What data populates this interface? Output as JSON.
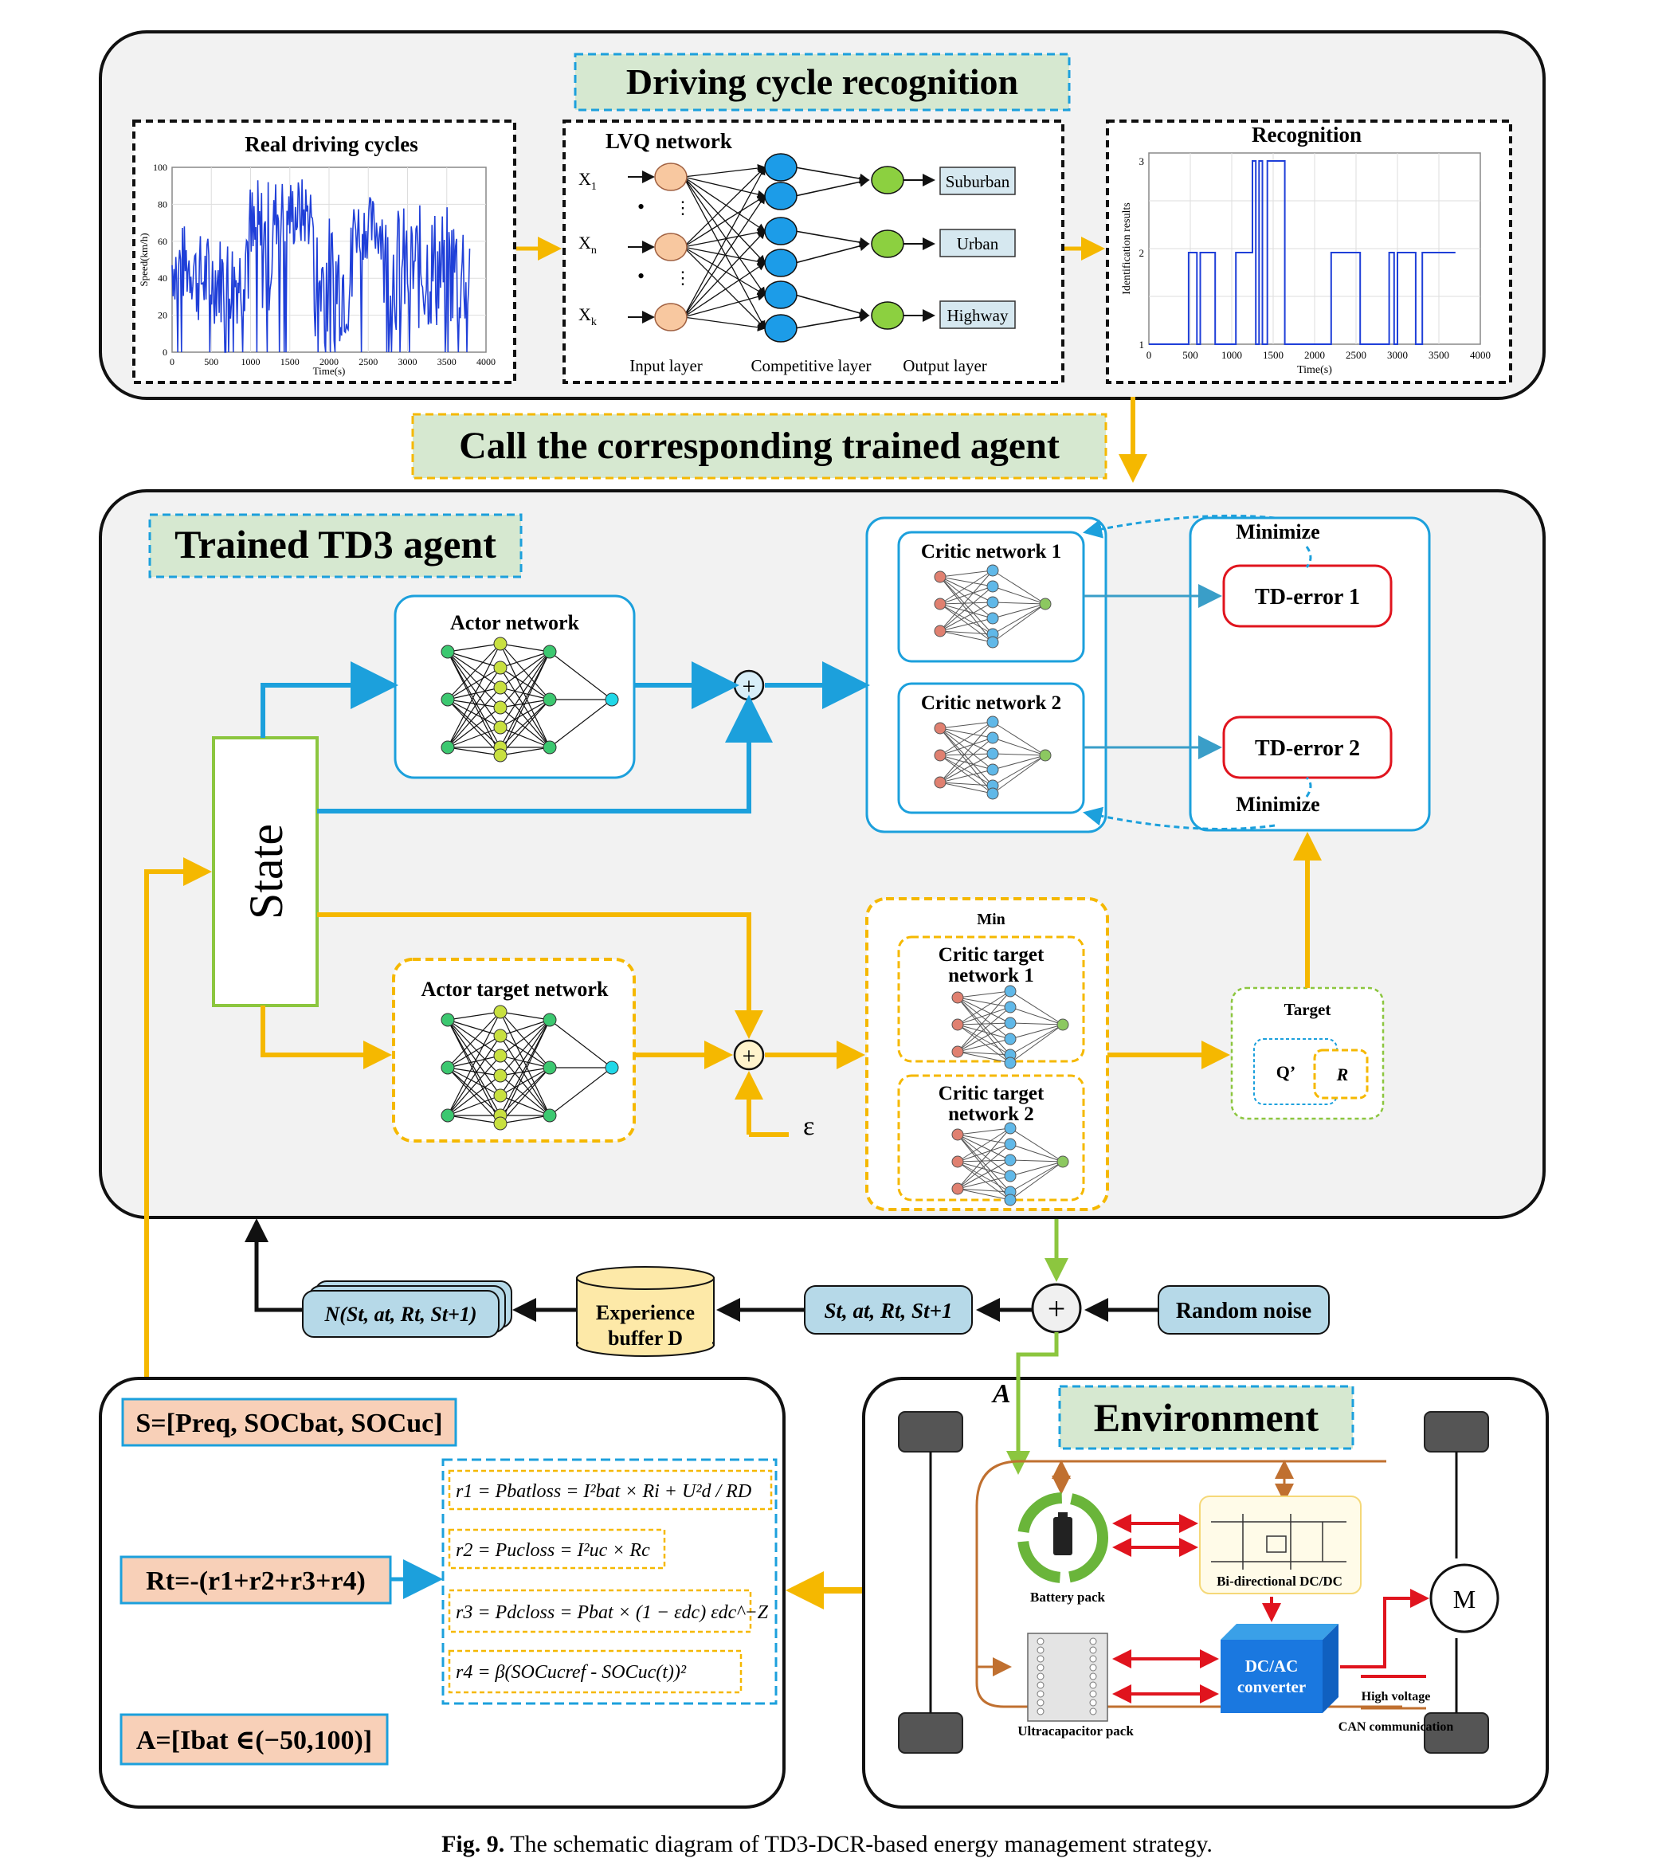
{
  "figure": {
    "caption_label": "Fig. 9.",
    "caption_text": "The schematic diagram of TD3-DCR-based energy management strategy."
  },
  "recognition_section": {
    "title": "Driving cycle recognition",
    "real_cycles": {
      "title": "Real driving cycles",
      "ylabel": "Speed(km/h)",
      "xlabel": "Time(s)",
      "xticks": [
        "0",
        "500",
        "1000",
        "1500",
        "2000",
        "2500",
        "3000",
        "3500",
        "4000"
      ],
      "yticks": [
        "0",
        "20",
        "40",
        "60",
        "80",
        "100"
      ]
    },
    "lvq": {
      "title": "LVQ network",
      "inputs": [
        "X1",
        "Xn",
        "Xk"
      ],
      "outputs": [
        "Suburban",
        "Urban",
        "Highway"
      ],
      "layers": [
        "Input layer",
        "Competitive layer",
        "Output layer"
      ]
    },
    "recognition": {
      "title": "Recognition",
      "ylabel": "Identification results",
      "xlabel": "Time(s)",
      "xticks": [
        "0",
        "500",
        "1000",
        "1500",
        "2000",
        "2500",
        "3000",
        "3500",
        "4000"
      ],
      "yticks": [
        "1",
        "2",
        "3"
      ]
    }
  },
  "call_agent_label": "Call the corresponding trained agent",
  "agent_section": {
    "title": "Trained TD3 agent",
    "state_label": "State",
    "actor": "Actor network",
    "actor_target": "Actor target network",
    "critic1": "Critic network 1",
    "critic2": "Critic network 2",
    "critic_target1": [
      "Critic target",
      "network 1"
    ],
    "critic_target2": [
      "Critic target",
      "network 2"
    ],
    "min_label": "Min",
    "minimize_label": "Minimize",
    "td_error1": "TD-error 1",
    "td_error2": "TD-error 2",
    "target_label": "Target",
    "q_label": "Q’",
    "r_label": "R",
    "epsilon": "ε",
    "plus": "+"
  },
  "flow": {
    "minibatch": "N(St, at, Rt, St+1)",
    "buffer": [
      "Experience",
      "buffer D"
    ],
    "transition": "St, at, Rt, St+1",
    "noise": "Random noise",
    "action_label": "A"
  },
  "definitions": {
    "state_def": "S=[Preq, SOCbat, SOCuc]",
    "reward_def": "Rt=-(r1+r2+r3+r4)",
    "action_def": "A=[Ibat ∈(−50,100)]",
    "r1": "r1 = Pbatloss = I²bat × Ri + U²d / RD",
    "r2": "r2 = Pucloss = I²uc × Rc",
    "r3": "r3 = Pdcloss = Pbat × (1 − εdc) εdc^−Z",
    "r4": "r4 = β(SOCucref - SOCuc(t))²"
  },
  "environment": {
    "title": "Environment",
    "battery": "Battery pack",
    "dcdc": "Bi-directional DC/DC",
    "dcac": [
      "DC/AC",
      "converter"
    ],
    "ultracap": "Ultracapacitor pack",
    "motor": "M",
    "legend_hv": "High voltage",
    "legend_can": "CAN  communication"
  },
  "colors": {
    "blue_arrow": "#1ca0dc",
    "orange_arrow": "#f5b800",
    "green_arrow": "#8cc63f",
    "red_arrow": "#e0141e",
    "brown_line": "#c07030",
    "label_fill": "#d6e8d0",
    "state_border": "#8cc63f",
    "formula_fill": "#f8d0b8",
    "pill_fill": "#b6d9e8",
    "buffer_fill": "#fde9a8"
  }
}
